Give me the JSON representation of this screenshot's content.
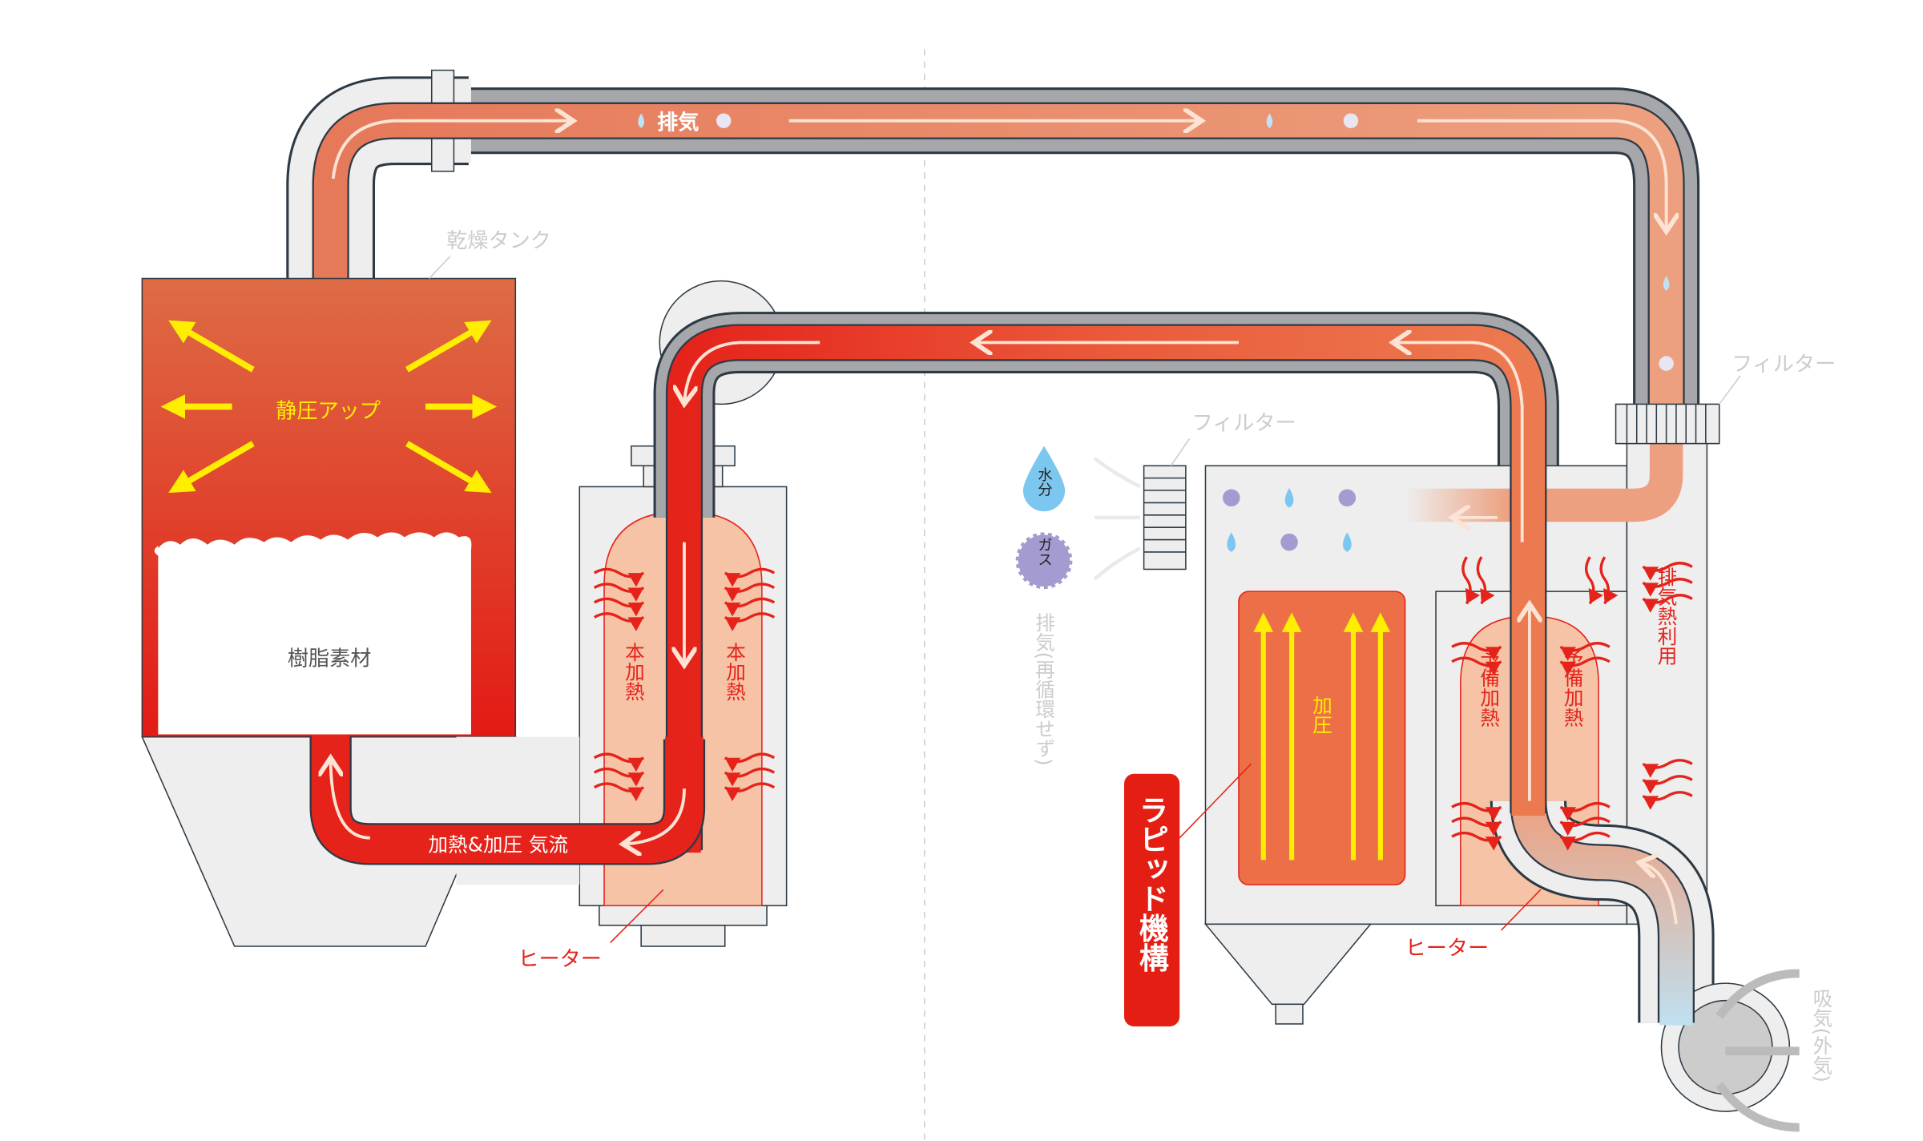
{
  "labels": {
    "exhaust_top": "排気",
    "drying_tank": "乾燥タンク",
    "static_pressure_up": "静圧アップ",
    "resin_material": "樹脂素材",
    "heated_pressurized_airflow": "加熱&加圧 気流",
    "main_heating_left": "本加熱",
    "main_heating_right": "本加熱",
    "heater_left": "ヒーター",
    "filter_right": "フィルター",
    "filter_center": "フィルター",
    "moisture": "水分",
    "gas": "ガス",
    "exhaust_no_recirc": "排気(再循環せず)",
    "pressurize": "加圧",
    "rapid_mechanism": "ラピッド機構",
    "preheat_left": "予備加熱",
    "preheat_right": "予備加熱",
    "exhaust_heat_use": "排気熱利用",
    "heater_right": "ヒーター",
    "intake_outside_air": "吸気(外気)"
  },
  "colors": {
    "flow_red": "#e5231b",
    "flow_orange": "#e8835c",
    "heater_pink": "#f6c3a6",
    "arrow_yellow": "#ffee00",
    "rapid_badge": "#e41e13",
    "moisture_blue": "#7cc7ef",
    "gas_purple": "#a49bd0",
    "label_grey": "#cccccc"
  },
  "icons": [
    "water-drop-icon",
    "gas-particle-icon",
    "heat-wave-icon",
    "fan-icon",
    "filter-icon"
  ]
}
